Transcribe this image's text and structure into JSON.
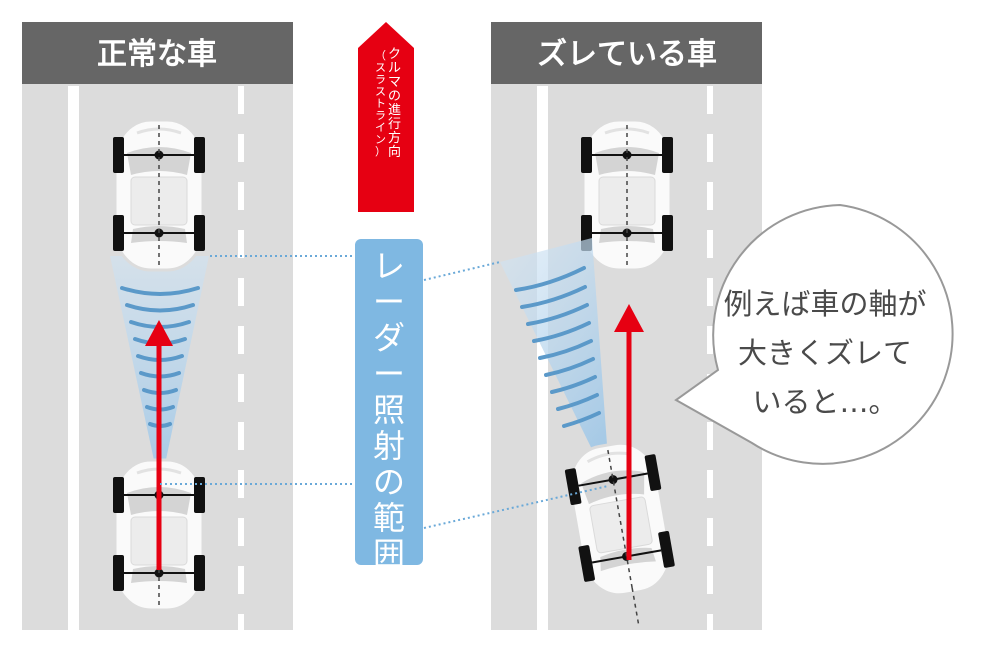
{
  "panels": {
    "left_title": "正常な車",
    "right_title": "ズレている車"
  },
  "direction_arrow": {
    "label_main": "クルマの進行方向",
    "label_sub": "（スラストライン）"
  },
  "radar_label": "レーダー照射の範囲",
  "speech_bubble": {
    "lines": [
      "例えば車の軸が",
      "大きくズレて",
      "いると…。"
    ]
  },
  "colors": {
    "road": "#dcdcdc",
    "header": "#666666",
    "arrow_red": "#e60012",
    "radar_label_bg": "#7fb8e2",
    "radar_beam": "#5b99c9",
    "bubble_border": "#999999"
  }
}
